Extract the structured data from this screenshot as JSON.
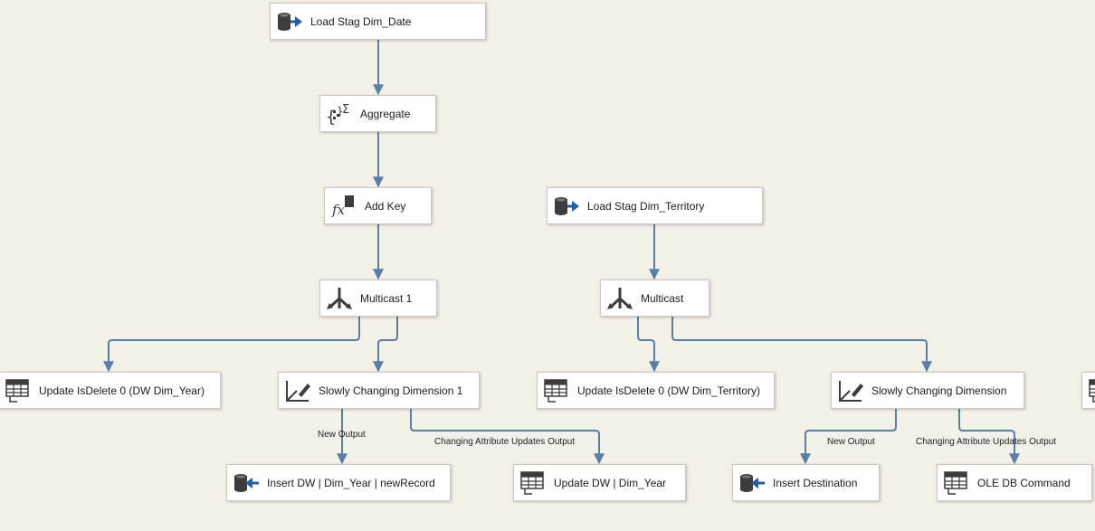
{
  "nodes": {
    "load_stag_date": {
      "label": "Load Stag Dim_Date",
      "icon": "source-database-icon"
    },
    "aggregate": {
      "label": "Aggregate",
      "icon": "aggregate-icon"
    },
    "add_key": {
      "label": "Add Key",
      "icon": "derived-column-icon"
    },
    "multicast1": {
      "label": "Multicast 1",
      "icon": "multicast-icon"
    },
    "update_isdelete_year": {
      "label": "Update IsDelete 0 (DW Dim_Year)",
      "icon": "ole-db-command-icon"
    },
    "scd1": {
      "label": "Slowly Changing Dimension 1",
      "icon": "slowly-changing-dimension-icon"
    },
    "insert_dw_year": {
      "label": "Insert DW | Dim_Year | newRecord",
      "icon": "destination-database-icon"
    },
    "update_dw_year": {
      "label": "Update DW | Dim_Year",
      "icon": "ole-db-command-icon"
    },
    "load_stag_territory": {
      "label": "Load Stag Dim_Territory",
      "icon": "source-database-icon"
    },
    "multicast": {
      "label": "Multicast",
      "icon": "multicast-icon"
    },
    "update_isdelete_territory": {
      "label": "Update IsDelete 0 (DW Dim_Territory)",
      "icon": "ole-db-command-icon"
    },
    "scd": {
      "label": "Slowly Changing Dimension",
      "icon": "slowly-changing-dimension-icon"
    },
    "insert_destination": {
      "label": "Insert Destination",
      "icon": "destination-database-icon"
    },
    "ole_db_command": {
      "label": "OLE DB Command",
      "icon": "ole-db-command-icon"
    },
    "partial_right": {
      "label": "",
      "icon": "ole-db-command-icon"
    }
  },
  "path_labels": {
    "new_output_1": "New Output",
    "changing_attr_1": "Changing Attribute Updates Output",
    "new_output_2": "New Output",
    "changing_attr_2": "Changing Attribute Updates Output"
  },
  "colors": {
    "background": "#f3f0e8",
    "connector": "#5b7ea8",
    "icon": "#3c3c3c",
    "arrow_blue": "#1f5fa6"
  }
}
